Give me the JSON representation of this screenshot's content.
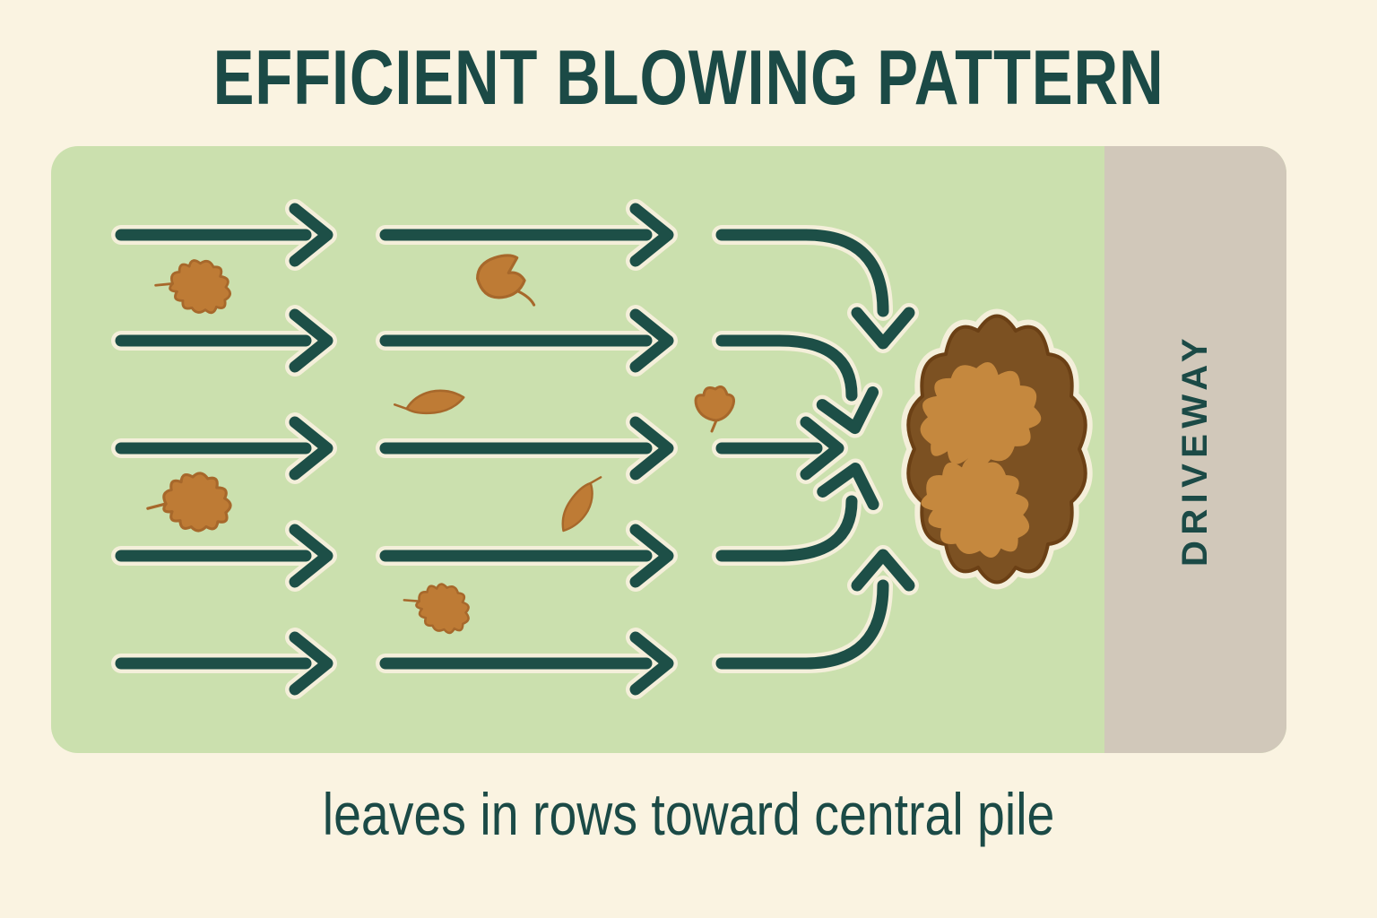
{
  "title": "EFFICIENT BLOWING PATTERN",
  "caption": "leaves in rows toward central pile",
  "diagram": {
    "driveway_label": "DRIVEWAY",
    "rows_of_arrows": 5,
    "arrow_segments_per_row": 3,
    "arrow_direction": "left-to-right, converging on central pile",
    "scattered_leaves_count": 7,
    "pile_leaves_count": 2
  },
  "theme": {
    "background": "#faf3e1",
    "lawn-green": "#cbe0ae",
    "arrow-teal": "#1d4f47",
    "text-teal": "#1b4a46",
    "driveway-gray": "#d1c8ba",
    "leaf-orange": "#be7b35",
    "leaf-outline": "#a7682b",
    "pile-brown": "#7c5122",
    "pile-outline": "#6b4015",
    "pile-leaf": "#c5883e",
    "halo": "#f4efda"
  }
}
